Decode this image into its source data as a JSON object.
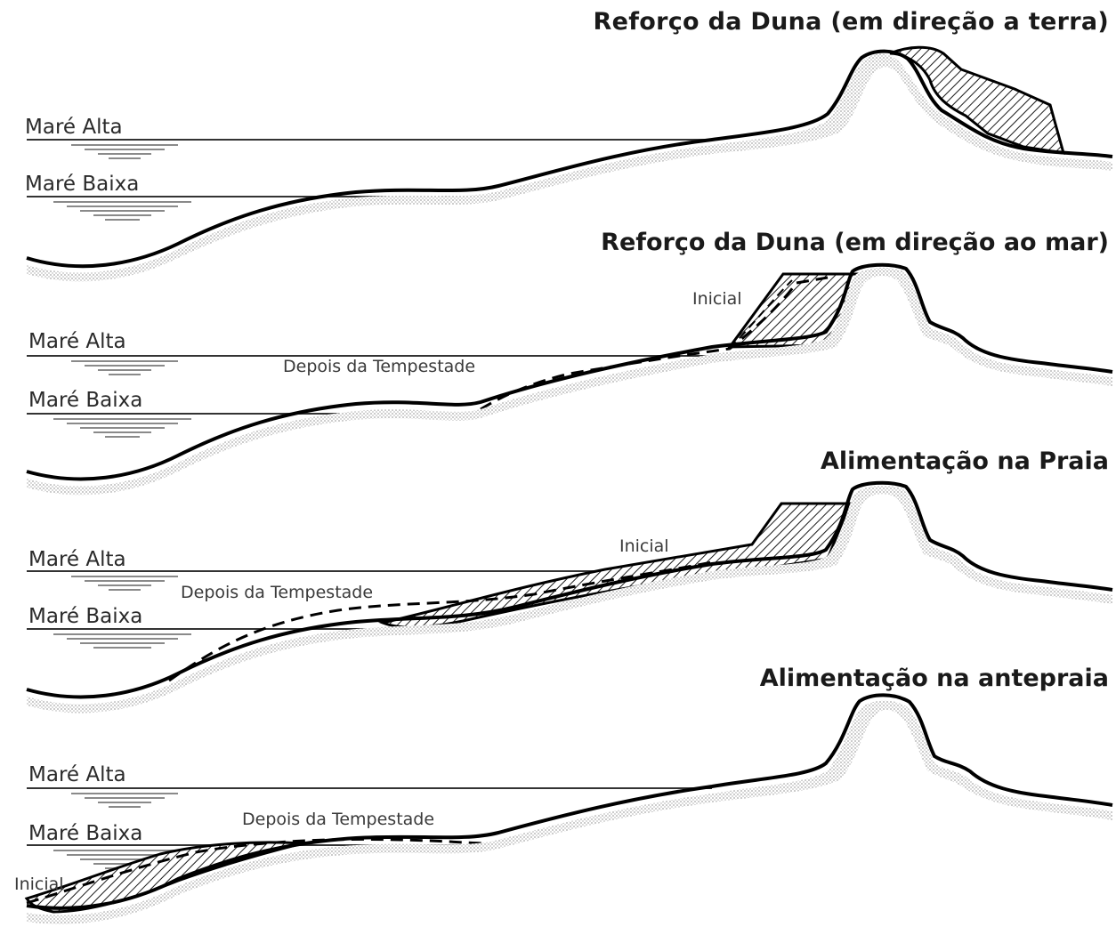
{
  "panels": [
    {
      "title": "Reforço da Duna (em direção a terra)",
      "high_tide_label": "Maré Alta",
      "low_tide_label": "Maré Baixa"
    },
    {
      "title": "Reforço da Duna (em direção ao mar)",
      "high_tide_label": "Maré Alta",
      "low_tide_label": "Maré Baixa",
      "initial_label": "Inicial",
      "after_storm_label": "Depois da Tempestade"
    },
    {
      "title": "Alimentação na Praia",
      "high_tide_label": "Maré Alta",
      "low_tide_label": "Maré Baixa",
      "initial_label": "Inicial",
      "after_storm_label": "Depois da Tempestade"
    },
    {
      "title": "Alimentação na antepraia",
      "high_tide_label": "Maré Alta",
      "low_tide_label": "Maré Baixa",
      "initial_label": "Inicial",
      "after_storm_label": "Depois da Tempestade"
    }
  ],
  "colors": {
    "profile": "#000000",
    "sand_stipple": "#b5b5b5",
    "hatch": "#1a1a1a",
    "tide_line": "#333333",
    "water_mark": "#8a8a8a"
  }
}
